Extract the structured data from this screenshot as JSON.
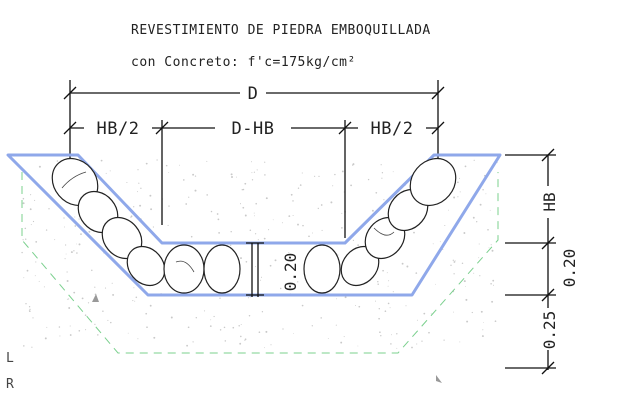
{
  "title": {
    "line1": "REVESTIMIENTO DE PIEDRA EMBOQUILLADA",
    "line2": "con Concreto: f'c=175kg/cm²"
  },
  "dimensions": {
    "total_width": "D",
    "side_left": "HB/2",
    "middle": "D-HB",
    "side_right": "HB/2",
    "thickness": "0.20",
    "height": "HB",
    "right_lower": "0.20",
    "right_bottom": "0.25"
  },
  "edge_letters": [
    "L",
    "R"
  ],
  "colors": {
    "lining": "#8fa8ea",
    "excavation": "#7bd08e",
    "linework": "#111111"
  }
}
